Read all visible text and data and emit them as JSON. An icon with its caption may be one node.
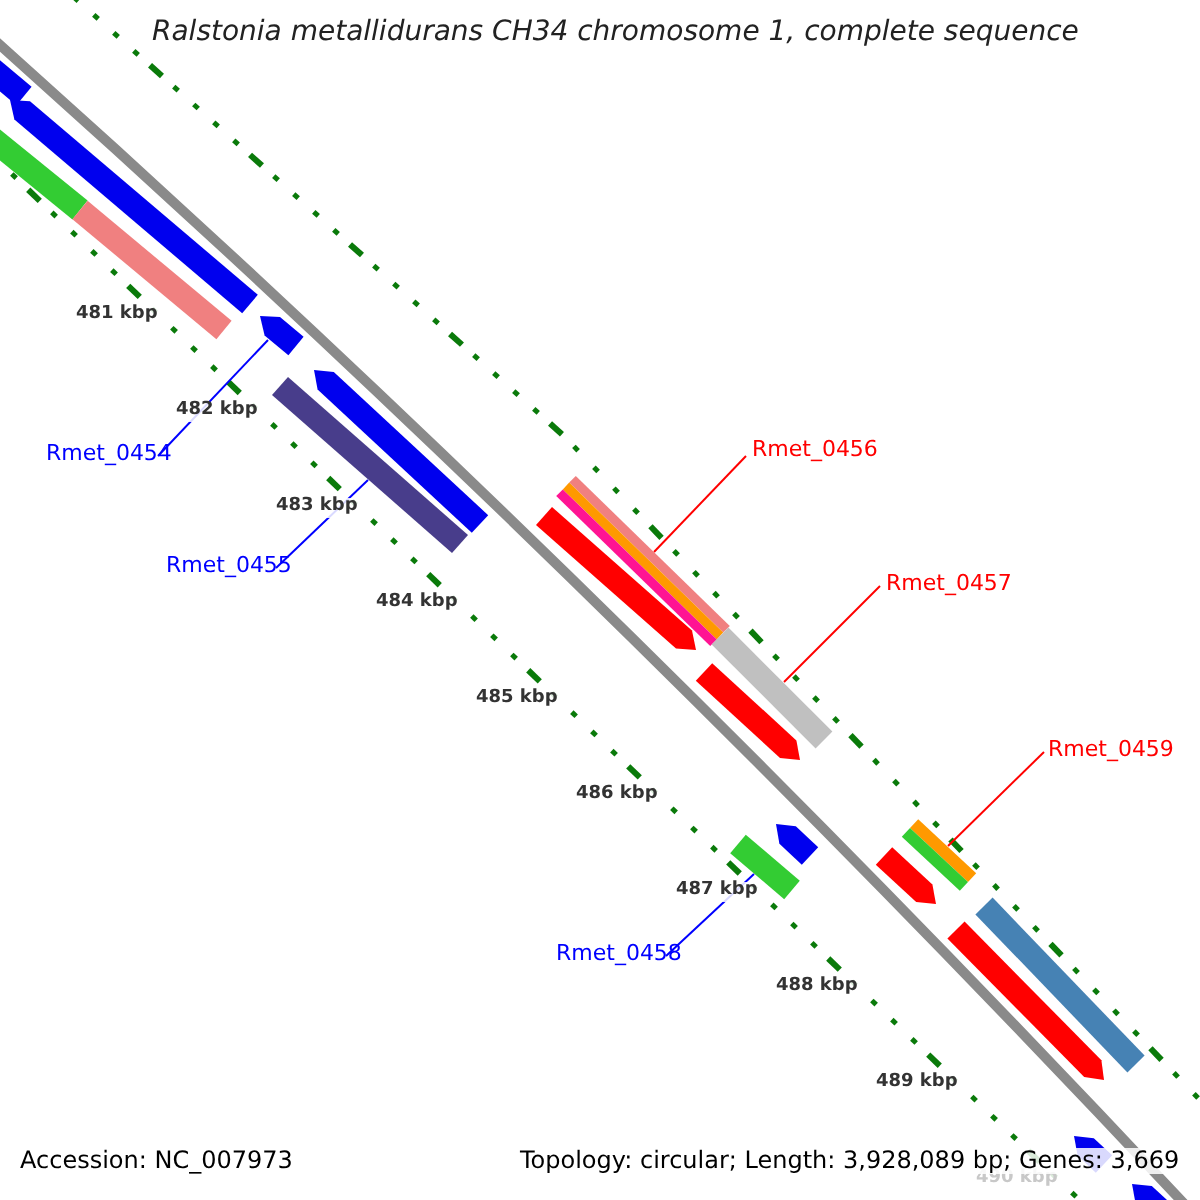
{
  "diagram": {
    "title": "Ralstonia metallidurans CH34 chromosome 1, complete sequence",
    "nodes": [
      {
        "text": [
          "Rmet_0454"
        ]
      },
      {
        "text": [],
        "shape": "bar"
      },
      {
        "text": [
          "Rmet_0455"
        ]
      },
      {
        "text": [],
        "shape": "bar"
      },
      {
        "text": [
          "Rmet_0456"
        ]
      },
      {
        "text": [],
        "shape": "bar"
      },
      {
        "text": [
          "Rmet_0457"
        ]
      },
      {
        "text": [],
        "shape": "bar"
      },
      {
        "text": [
          "Rmet_0458"
        ]
      },
      {
        "text": [],
        "shape": "bar"
      },
      {
        "text": [
          "Rmet_0459"
        ]
      },
      {
        "text": [],
        "shape": "bar"
      },
      {
        "text": [],
        "shape": "bar"
      },
      {
        "text": [],
        "shape": "bar"
      },
      {
        "text": [],
        "shape": "bar"
      },
      {
        "text": [],
        "shape": "bar"
      },
      {
        "text": [],
        "shape": "bar"
      },
      {
        "text": [],
        "shape": "bar"
      },
      {
        "text": [],
        "shape": "bar"
      },
      {
        "text": [],
        "shape": "bar"
      },
      {
        "text": [],
        "shape": "bar"
      },
      {
        "text": [],
        "shape": "bar"
      },
      {
        "text": [],
        "shape": "bar"
      },
      {
        "text": [],
        "shape": "bar"
      },
      {
        "text": [],
        "shape": "bar"
      }
    ],
    "edges": [
      {
        "from": 0,
        "to": 1,
        "arrow": "none",
        "color": "#0000ff"
      },
      {
        "from": 2,
        "to": 3,
        "arrow": "none",
        "color": "#0000ff"
      },
      {
        "from": 4,
        "to": 5,
        "arrow": "none",
        "color": "#ff0000"
      },
      {
        "from": 6,
        "to": 7,
        "arrow": "none",
        "color": "#ff0000"
      },
      {
        "from": 8,
        "to": 9,
        "arrow": "none",
        "color": "#0000ff"
      },
      {
        "from": 10,
        "to": 11,
        "arrow": "none",
        "color": "#ff0000"
      }
    ],
    "labels": [
      "481 kbp",
      "482 kbp",
      "483 kbp",
      "484 kbp",
      "485 kbp",
      "486 kbp",
      "487 kbp",
      "488 kbp",
      "489 kbp",
      "490 kbp",
      "Accession: NC_007973",
      "Topology: circular; Length: 3,928,089 bp; Genes: 3,669"
    ]
  }
}
